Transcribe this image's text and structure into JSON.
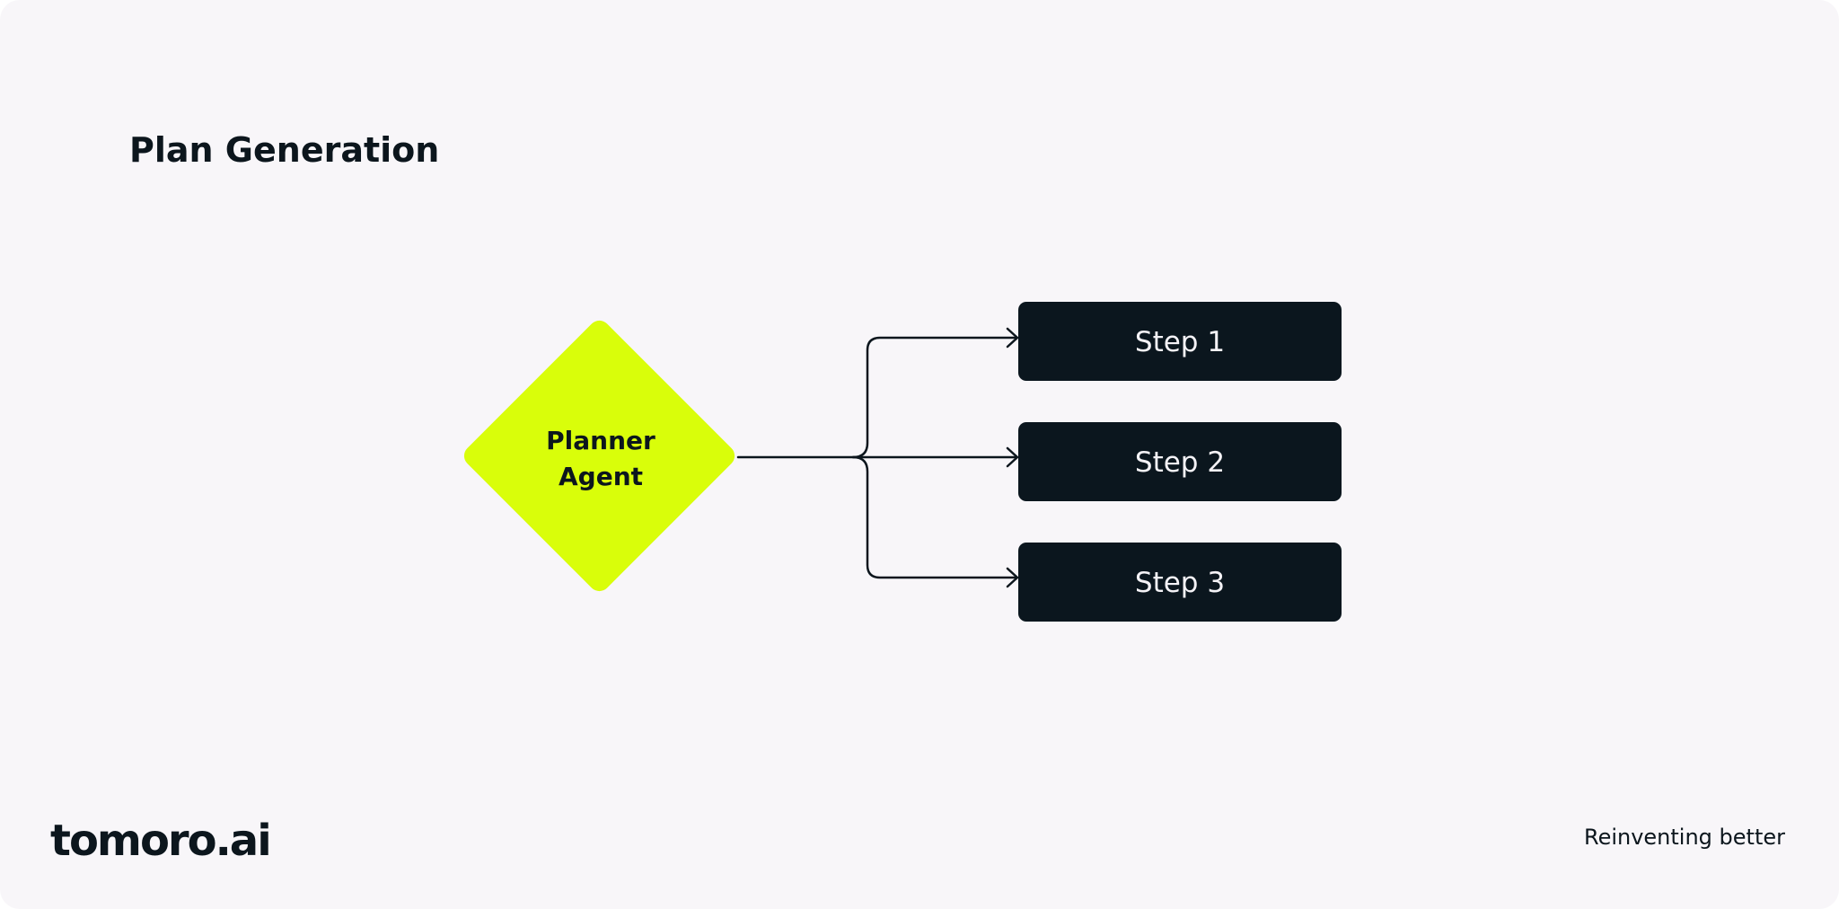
{
  "page": {
    "title": "Plan Generation"
  },
  "diagram": {
    "source": {
      "line1": "Planner",
      "line2": "Agent",
      "color": "#d9fe0a"
    },
    "steps": [
      {
        "label": "Step 1"
      },
      {
        "label": "Step 2"
      },
      {
        "label": "Step 3"
      }
    ],
    "step_color": "#0b161e",
    "connector_color": "#0c161d"
  },
  "footer": {
    "logo": "tomoro.ai",
    "tagline": "Reinventing better"
  }
}
